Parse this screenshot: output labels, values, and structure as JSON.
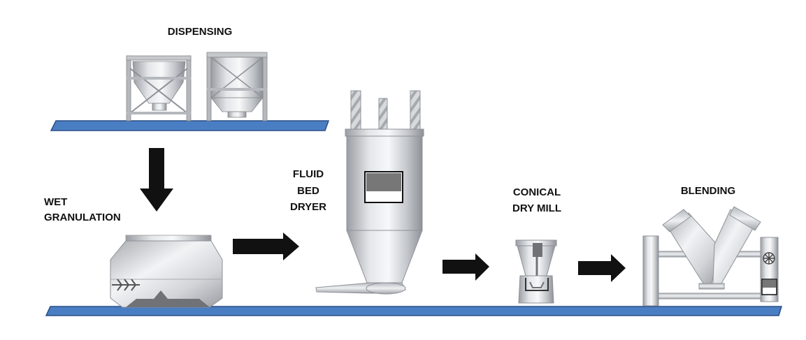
{
  "labels": {
    "dispensing": "DISPENSING",
    "wet_granulation_1": "WET",
    "wet_granulation_2": "GRANULATION",
    "fluid_bed_1": "FLUID",
    "fluid_bed_2": "BED",
    "fluid_bed_3": "DRYER",
    "conical_mill_1": "CONICAL",
    "conical_mill_2": "DRY MILL",
    "blending": "BLENDING"
  },
  "colors": {
    "platform": "#4a7ec2",
    "platform_edge": "#2b4f86",
    "arrow": "#111111",
    "metal_light": "#f1f2f4",
    "metal_mid": "#c9cbd0",
    "metal_dark": "#8d9096",
    "window_dark": "#777777"
  },
  "icons": {
    "flow_arrow": "arrow-right-icon",
    "down_arrow": "arrow-down-icon",
    "fan": "fan-icon"
  }
}
